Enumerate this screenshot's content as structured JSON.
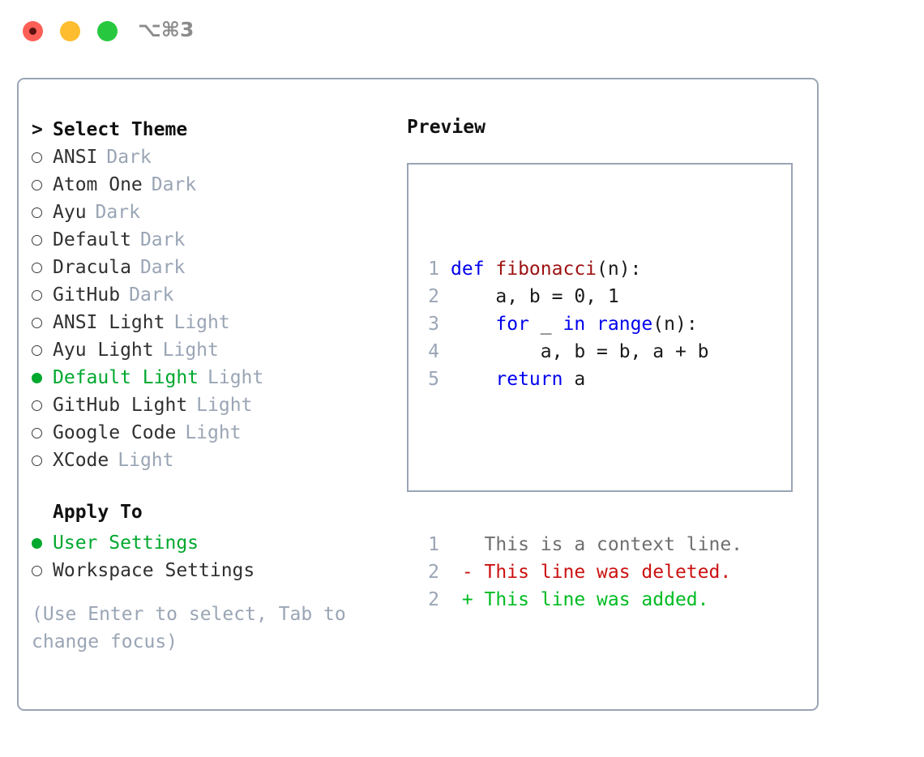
{
  "window": {
    "lights": [
      "close-red",
      "minimize-yellow",
      "zoom-green"
    ],
    "shortcut_title": "⌥⌘3"
  },
  "theme_panel": {
    "header_marker": ">",
    "header_label": "Select Theme",
    "items": [
      {
        "marker": "○",
        "selected": false,
        "label": "ANSI",
        "mode": "Dark"
      },
      {
        "marker": "○",
        "selected": false,
        "label": "Atom One",
        "mode": "Dark"
      },
      {
        "marker": "○",
        "selected": false,
        "label": "Ayu",
        "mode": "Dark"
      },
      {
        "marker": "○",
        "selected": false,
        "label": "Default",
        "mode": "Dark"
      },
      {
        "marker": "○",
        "selected": false,
        "label": "Dracula",
        "mode": "Dark"
      },
      {
        "marker": "○",
        "selected": false,
        "label": "GitHub",
        "mode": "Dark"
      },
      {
        "marker": "○",
        "selected": false,
        "label": "ANSI Light",
        "mode": "Light"
      },
      {
        "marker": "○",
        "selected": false,
        "label": "Ayu Light",
        "mode": "Light"
      },
      {
        "marker": "●",
        "selected": true,
        "label": "Default Light",
        "mode": "Light"
      },
      {
        "marker": "○",
        "selected": false,
        "label": "GitHub Light",
        "mode": "Light"
      },
      {
        "marker": "○",
        "selected": false,
        "label": "Google Code",
        "mode": "Light"
      },
      {
        "marker": "○",
        "selected": false,
        "label": "XCode",
        "mode": "Light"
      }
    ]
  },
  "apply_to": {
    "header_label": "Apply To",
    "items": [
      {
        "marker": "●",
        "selected": true,
        "label": "User Settings"
      },
      {
        "marker": "○",
        "selected": false,
        "label": "Workspace Settings"
      }
    ]
  },
  "hint": "(Use Enter to select, Tab to change focus)",
  "preview": {
    "title": "Preview",
    "code_lines": [
      {
        "num": "1",
        "tokens": [
          {
            "t": "def ",
            "c": "kw"
          },
          {
            "t": "fibonacci",
            "c": "fn"
          },
          {
            "t": "(n):",
            "c": "pl"
          }
        ]
      },
      {
        "num": "2",
        "tokens": [
          {
            "t": "    a, b = 0, 1",
            "c": "pl"
          }
        ]
      },
      {
        "num": "3",
        "tokens": [
          {
            "t": "    ",
            "c": "pl"
          },
          {
            "t": "for",
            "c": "kw"
          },
          {
            "t": " _ ",
            "c": "pl"
          },
          {
            "t": "in",
            "c": "kw"
          },
          {
            "t": " ",
            "c": "pl"
          },
          {
            "t": "range",
            "c": "kw"
          },
          {
            "t": "(n):",
            "c": "pl"
          }
        ]
      },
      {
        "num": "4",
        "tokens": [
          {
            "t": "        a, b = b, a + b",
            "c": "pl"
          }
        ]
      },
      {
        "num": "5",
        "tokens": [
          {
            "t": "    ",
            "c": "pl"
          },
          {
            "t": "return",
            "c": "kw"
          },
          {
            "t": " a",
            "c": "pl"
          }
        ]
      }
    ],
    "diff_lines": [
      {
        "num": "1",
        "sign": " ",
        "text": "This is a context line.",
        "kind": "ctx"
      },
      {
        "num": "2",
        "sign": "-",
        "text": "This line was deleted.",
        "kind": "del"
      },
      {
        "num": "2",
        "sign": "+",
        "text": "This line was added.",
        "kind": "add"
      }
    ]
  },
  "colors": {
    "accent_green": "#00a82d",
    "muted": "#9aa5b5",
    "keyword_blue": "#0000ee",
    "function_red": "#9e1212",
    "diff_add": "#00bb22",
    "diff_del": "#cc1111",
    "light_red": "#fd5f56",
    "light_yellow": "#fdbd2e",
    "light_green": "#27c83f"
  }
}
